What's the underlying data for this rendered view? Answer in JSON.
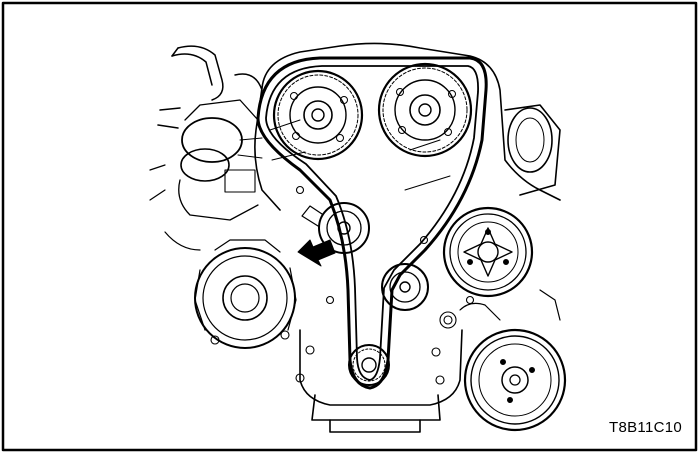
{
  "figure": {
    "code": "T8B11C10",
    "colors": {
      "line": "#000000",
      "background": "#ffffff"
    },
    "components": [
      "intake-camshaft-sprocket",
      "exhaust-camshaft-sprocket",
      "timing-belt",
      "belt-tensioner-pulley",
      "idler-pulley",
      "crankshaft-sprocket",
      "water-pump-pulley",
      "crankshaft-pulley",
      "alternator",
      "thermostat-housing",
      "intake-manifold",
      "indicator-arrow"
    ]
  }
}
